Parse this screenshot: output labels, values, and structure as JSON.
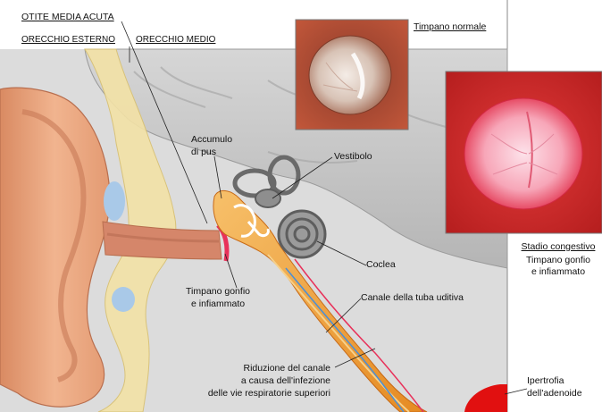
{
  "titles": {
    "main": "OTITE MEDIA ACUTA",
    "outer_ear": "ORECCHIO ESTERNO",
    "middle_ear": "ORECCHIO MEDIO"
  },
  "insets": {
    "normal": {
      "caption": "Timpano normale"
    },
    "congestive": {
      "caption_line1": "Stadio congestivo",
      "caption_line2": "Timpano gonfio",
      "caption_line3": "e infiammato"
    }
  },
  "labels": {
    "pus_line1": "Accumulo",
    "pus_line2": "di pus",
    "vestibule": "Vestibolo",
    "cochlea": "Coclea",
    "eardrum_line1": "Timpano gonfio",
    "eardrum_line2": "e infiammato",
    "tube": "Canale della tuba uditiva",
    "narrowing_line1": "Riduzione del canale",
    "narrowing_line2": "a causa dell'infezione",
    "narrowing_line3": "delle vie respiratorie superiori",
    "adenoid_line1": "Ipertrofia",
    "adenoid_line2": "dell'adenoide"
  },
  "colors": {
    "skin": "#e8a27c",
    "bone": "#c9c9c9",
    "pus": "#f0a040",
    "inflamed": "#e8315a",
    "adenoid": "#e11010",
    "tube_blue": "#4a8fd8"
  }
}
